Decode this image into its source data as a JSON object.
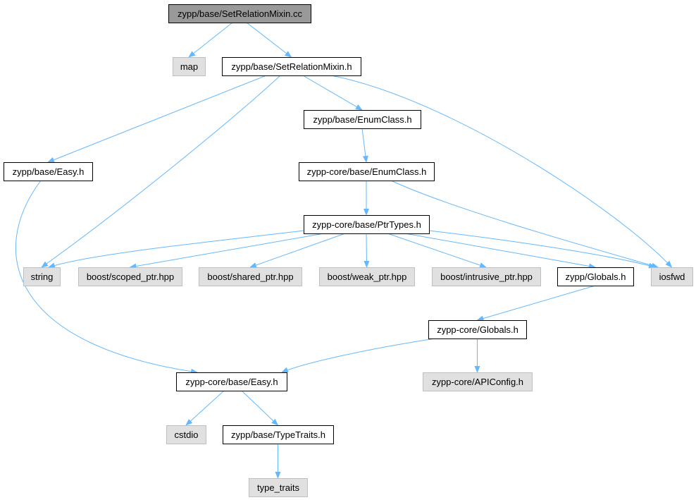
{
  "colors": {
    "edge": "#63b8ff",
    "root_fill": "#999999",
    "project_fill": "#ffffff",
    "external_fill": "#e0e0e0",
    "node_border_dark": "#000000",
    "node_border_light": "#bfbfbf"
  },
  "nodes": {
    "root": {
      "label": "zypp/base/SetRelationMixin.cc",
      "kind": "root"
    },
    "map": {
      "label": "map",
      "kind": "external"
    },
    "setrelationmixin_h": {
      "label": "zypp/base/SetRelationMixin.h",
      "kind": "project"
    },
    "enumclass_h": {
      "label": "zypp/base/EnumClass.h",
      "kind": "project"
    },
    "easy_h": {
      "label": "zypp/base/Easy.h",
      "kind": "project"
    },
    "core_enumclass_h": {
      "label": "zypp-core/base/EnumClass.h",
      "kind": "project"
    },
    "core_ptrtypes_h": {
      "label": "zypp-core/base/PtrTypes.h",
      "kind": "project"
    },
    "string": {
      "label": "string",
      "kind": "external"
    },
    "boost_scoped_ptr": {
      "label": "boost/scoped_ptr.hpp",
      "kind": "external"
    },
    "boost_shared_ptr": {
      "label": "boost/shared_ptr.hpp",
      "kind": "external"
    },
    "boost_weak_ptr": {
      "label": "boost/weak_ptr.hpp",
      "kind": "external"
    },
    "boost_intrusive_ptr": {
      "label": "boost/intrusive_ptr.hpp",
      "kind": "external"
    },
    "zypp_globals_h": {
      "label": "zypp/Globals.h",
      "kind": "project"
    },
    "iosfwd": {
      "label": "iosfwd",
      "kind": "external"
    },
    "core_globals_h": {
      "label": "zypp-core/Globals.h",
      "kind": "project"
    },
    "core_easy_h": {
      "label": "zypp-core/base/Easy.h",
      "kind": "project"
    },
    "core_apiconfig_h": {
      "label": "zypp-core/APIConfig.h",
      "kind": "external"
    },
    "cstdio": {
      "label": "cstdio",
      "kind": "external"
    },
    "typetraits_h": {
      "label": "zypp/base/TypeTraits.h",
      "kind": "project"
    },
    "type_traits": {
      "label": "type_traits",
      "kind": "external"
    }
  },
  "edges": [
    [
      "root",
      "map"
    ],
    [
      "root",
      "setrelationmixin_h"
    ],
    [
      "setrelationmixin_h",
      "enumclass_h"
    ],
    [
      "setrelationmixin_h",
      "easy_h"
    ],
    [
      "setrelationmixin_h",
      "string"
    ],
    [
      "setrelationmixin_h",
      "iosfwd"
    ],
    [
      "enumclass_h",
      "core_enumclass_h"
    ],
    [
      "core_enumclass_h",
      "core_ptrtypes_h"
    ],
    [
      "core_enumclass_h",
      "iosfwd"
    ],
    [
      "easy_h",
      "core_easy_h"
    ],
    [
      "core_ptrtypes_h",
      "string"
    ],
    [
      "core_ptrtypes_h",
      "boost_scoped_ptr"
    ],
    [
      "core_ptrtypes_h",
      "boost_shared_ptr"
    ],
    [
      "core_ptrtypes_h",
      "boost_weak_ptr"
    ],
    [
      "core_ptrtypes_h",
      "boost_intrusive_ptr"
    ],
    [
      "core_ptrtypes_h",
      "zypp_globals_h"
    ],
    [
      "core_ptrtypes_h",
      "iosfwd"
    ],
    [
      "zypp_globals_h",
      "core_globals_h"
    ],
    [
      "core_globals_h",
      "core_easy_h"
    ],
    [
      "core_globals_h",
      "core_apiconfig_h"
    ],
    [
      "core_easy_h",
      "cstdio"
    ],
    [
      "core_easy_h",
      "typetraits_h"
    ],
    [
      "typetraits_h",
      "type_traits"
    ]
  ]
}
